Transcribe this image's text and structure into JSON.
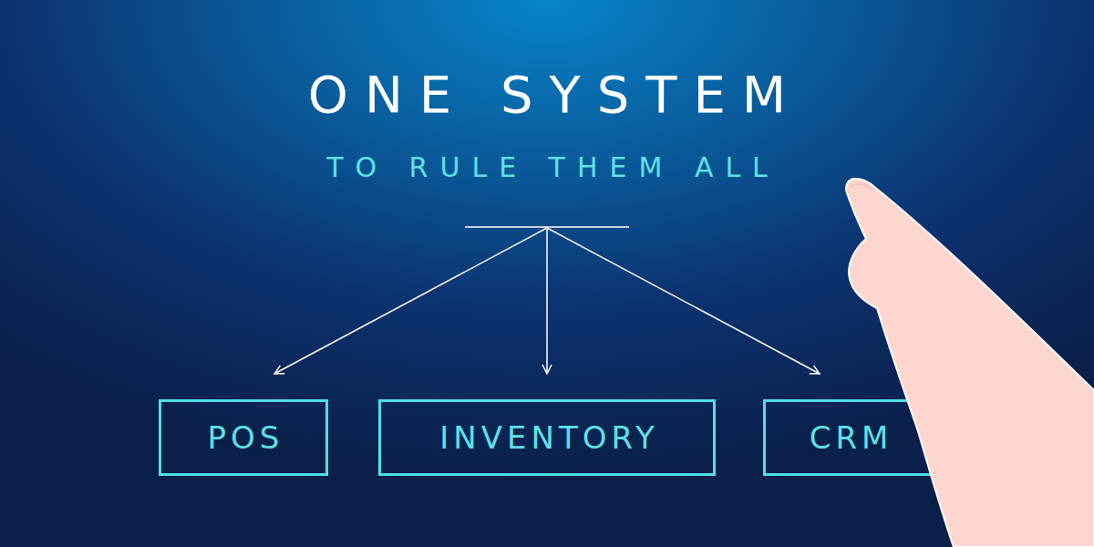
{
  "diagram": {
    "title": "ONE SYSTEM",
    "nodes": [
      {
        "text": [
          "POS"
        ]
      },
      {
        "text": [
          "INVENTORY"
        ]
      },
      {
        "text": [
          "CRM"
        ]
      }
    ],
    "labels": [
      "TO RULE THEM ALL"
    ]
  }
}
